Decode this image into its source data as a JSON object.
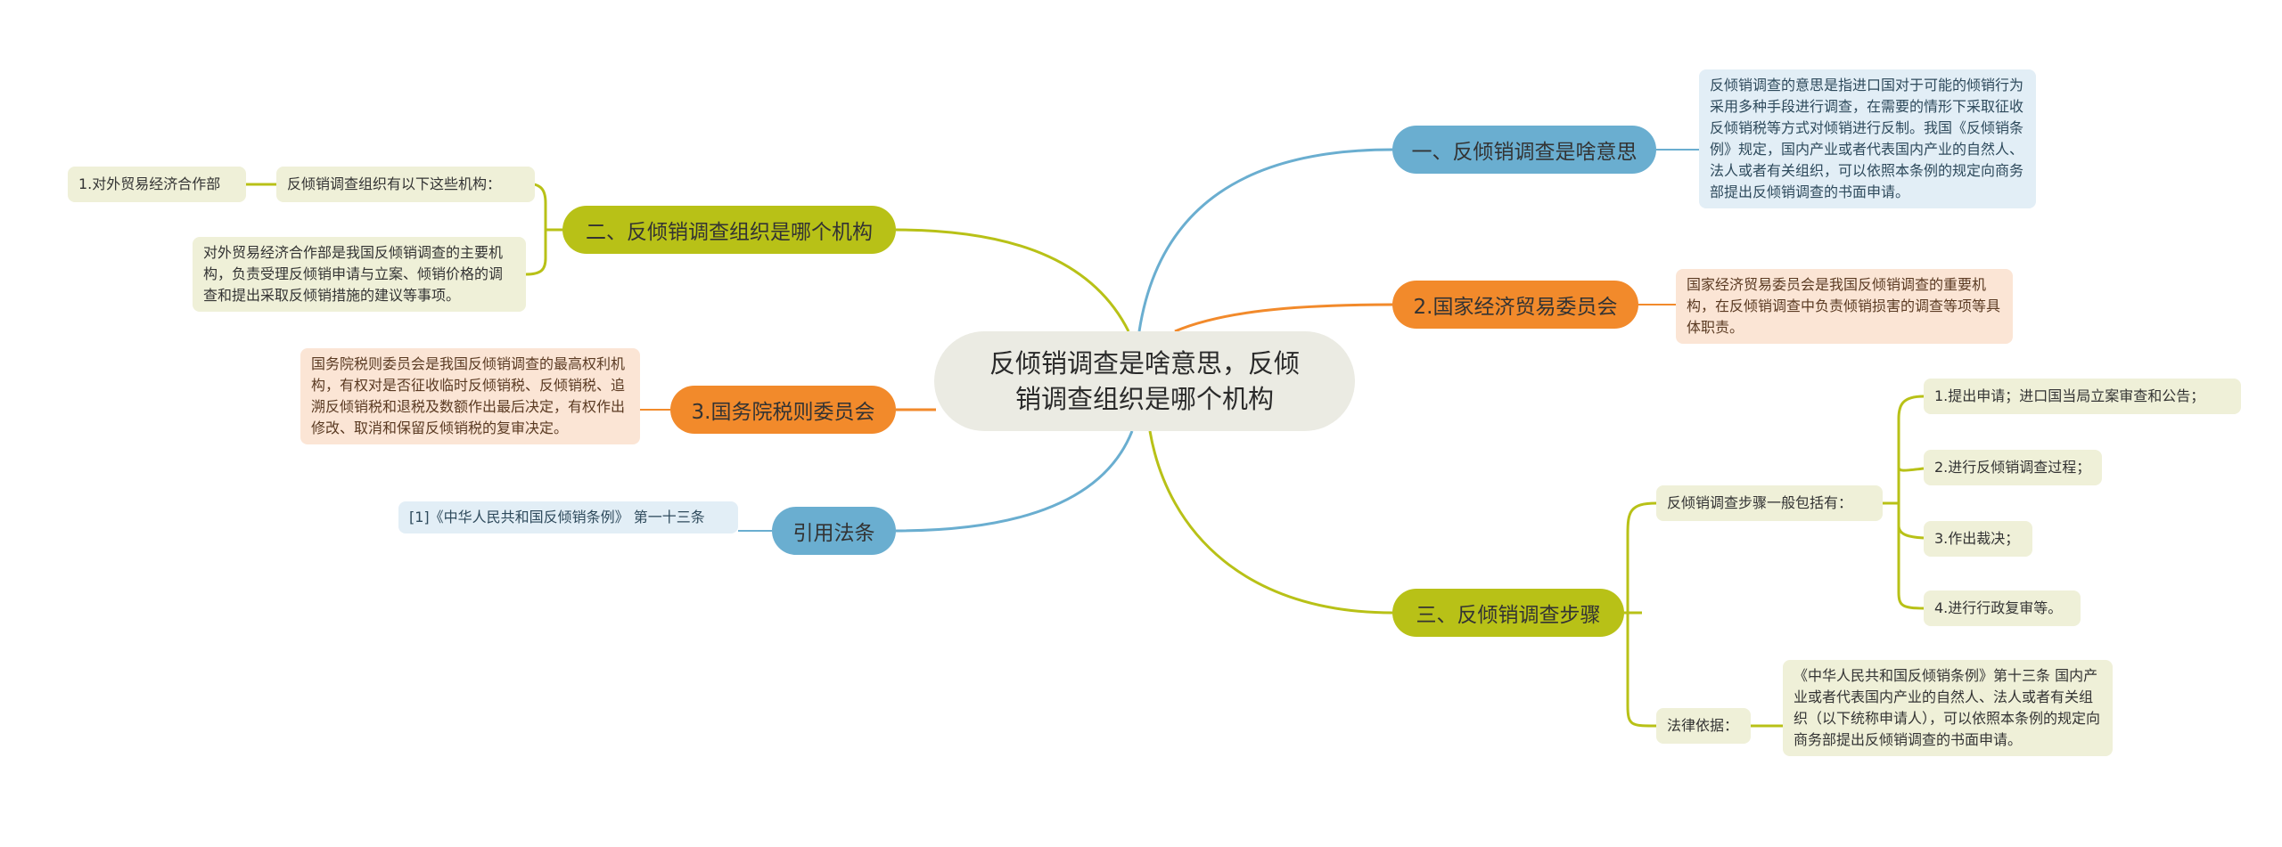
{
  "root": {
    "title": "反倾销调查是啥意思，反倾销调查组织是哪个机构"
  },
  "colors": {
    "blue": "#6aaed0",
    "orange": "#f28a2b",
    "olive": "#b8c117",
    "root_bg": "#ebebe3",
    "olive_light": "#eff0d8",
    "blue_light": "#e2eef6",
    "orange_light": "#fbe5d5"
  },
  "right": {
    "b1": {
      "label": "一、反倾销调查是啥意思",
      "detail": "反倾销调查的意思是指进口国对于可能的倾销行为采用多种手段进行调查，在需要的情形下采取征收反倾销税等方式对倾销进行反制。我国《反倾销条例》规定，国内产业或者代表国内产业的自然人、法人或者有关组织，可以依照本条例的规定向商务部提出反倾销调查的书面申请。"
    },
    "b2": {
      "label": "2.国家经济贸易委员会",
      "detail": "国家经济贸易委员会是我国反倾销调查的重要机构，在反倾销调查中负责倾销损害的调查等项等具体职责。"
    },
    "b3": {
      "label": "三、反倾销调查步骤",
      "steps_label": "反倾销调查步骤一般包括有：",
      "steps": [
        "1.提出申请；进口国当局立案审查和公告；",
        "2.进行反倾销调查过程；",
        "3.作出裁决；",
        "4.进行行政复审等。"
      ],
      "basis_label": "法律依据：",
      "basis_text": "《中华人民共和国反倾销条例》第十三条 国内产业或者代表国内产业的自然人、法人或者有关组织（以下统称申请人），可以依照本条例的规定向商务部提出反倾销调查的书面申请。"
    }
  },
  "left": {
    "b1": {
      "label": "二、反倾销调查组织是哪个机构",
      "orgs_label": "反倾销调查组织有以下这些机构：",
      "org1": "1.对外贸易经济合作部",
      "org1_detail": "对外贸易经济合作部是我国反倾销调查的主要机构，负责受理反倾销申请与立案、倾销价格的调查和提出采取反倾销措施的建议等事项。"
    },
    "b2": {
      "label": "3.国务院税则委员会",
      "detail": "国务院税则委员会是我国反倾销调查的最高权利机构，有权对是否征收临时反倾销税、反倾销税、追溯反倾销税和退税及数额作出最后决定，有权作出修改、取消和保留反倾销税的复审决定。"
    },
    "b3": {
      "label": "引用法条",
      "detail": "[1]《中华人民共和国反倾销条例》 第一十三条"
    }
  }
}
